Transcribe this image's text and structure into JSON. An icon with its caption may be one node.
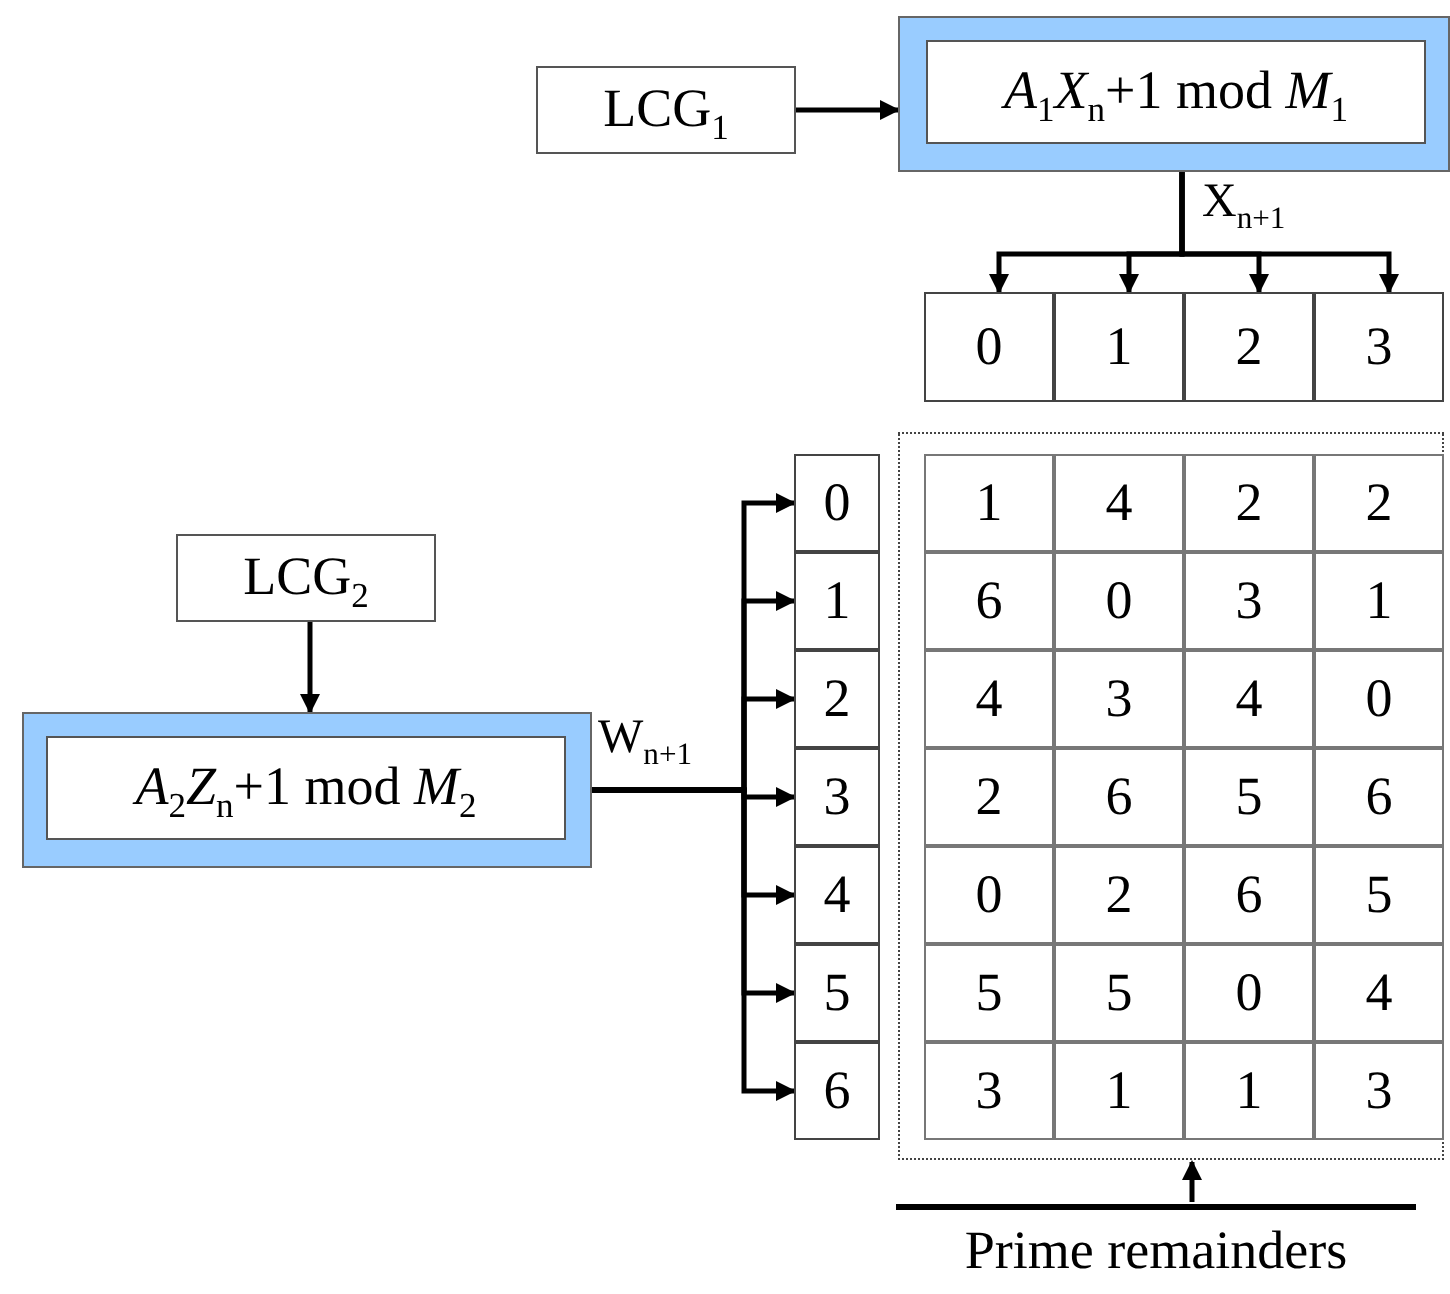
{
  "diagram": {
    "nodes": [
      {
        "text": [
          "LCG$_{1}$"
        ]
      },
      {
        "text": [
          "*A*$_{1}$*X*$_{n}$+1 mod *M*$_{1}$"
        ]
      },
      {
        "text": [
          "0"
        ]
      },
      {
        "text": [
          "1"
        ]
      },
      {
        "text": [
          "2"
        ]
      },
      {
        "text": [
          "3"
        ]
      },
      {
        "text": [
          "LCG$_{2}$"
        ]
      },
      {
        "text": [
          "*A*$_{2}$*Z*$_{n}$+1 mod *M*$_{2}$"
        ]
      },
      {
        "text": [
          "0"
        ]
      },
      {
        "text": [
          "1"
        ]
      },
      {
        "text": [
          "2"
        ]
      },
      {
        "text": [
          "3"
        ]
      },
      {
        "text": [
          "4"
        ]
      },
      {
        "text": [
          "5"
        ]
      },
      {
        "text": [
          "6"
        ]
      },
      {
        "text": [],
        "shape": "box"
      },
      {
        "text": [
          "Prime remainders"
        ]
      }
    ],
    "edges": [
      {
        "from": 0,
        "to": 1,
        "arrow": "to"
      },
      {
        "from": 1,
        "to": 2,
        "arrow": "to"
      },
      {
        "from": 1,
        "to": 3,
        "arrow": "to"
      },
      {
        "from": 1,
        "to": 4,
        "arrow": "to",
        "label": "X$_{n+1}$"
      },
      {
        "from": 1,
        "to": 5,
        "arrow": "to"
      },
      {
        "from": 6,
        "to": 7,
        "arrow": "to"
      },
      {
        "from": 7,
        "to": 8,
        "arrow": "to"
      },
      {
        "from": 7,
        "to": 9,
        "arrow": "to"
      },
      {
        "from": 7,
        "to": 10,
        "arrow": "to"
      },
      {
        "from": 7,
        "to": 11,
        "arrow": "to",
        "label": "W$_{n+1}$"
      },
      {
        "from": 7,
        "to": 12,
        "arrow": "to"
      },
      {
        "from": 7,
        "to": 13,
        "arrow": "to"
      },
      {
        "from": 7,
        "to": 14,
        "arrow": "to"
      },
      {
        "from": 16,
        "to": 15,
        "arrow": "to"
      }
    ],
    "labels": [
      "1",
      "4",
      "2",
      "2",
      "6",
      "0",
      "3",
      "1",
      "4",
      "3",
      "4",
      "0",
      "2",
      "6",
      "5",
      "6",
      "0",
      "2",
      "6",
      "5",
      "5",
      "5",
      "0",
      "4",
      "3",
      "1",
      "1",
      "3"
    ]
  }
}
